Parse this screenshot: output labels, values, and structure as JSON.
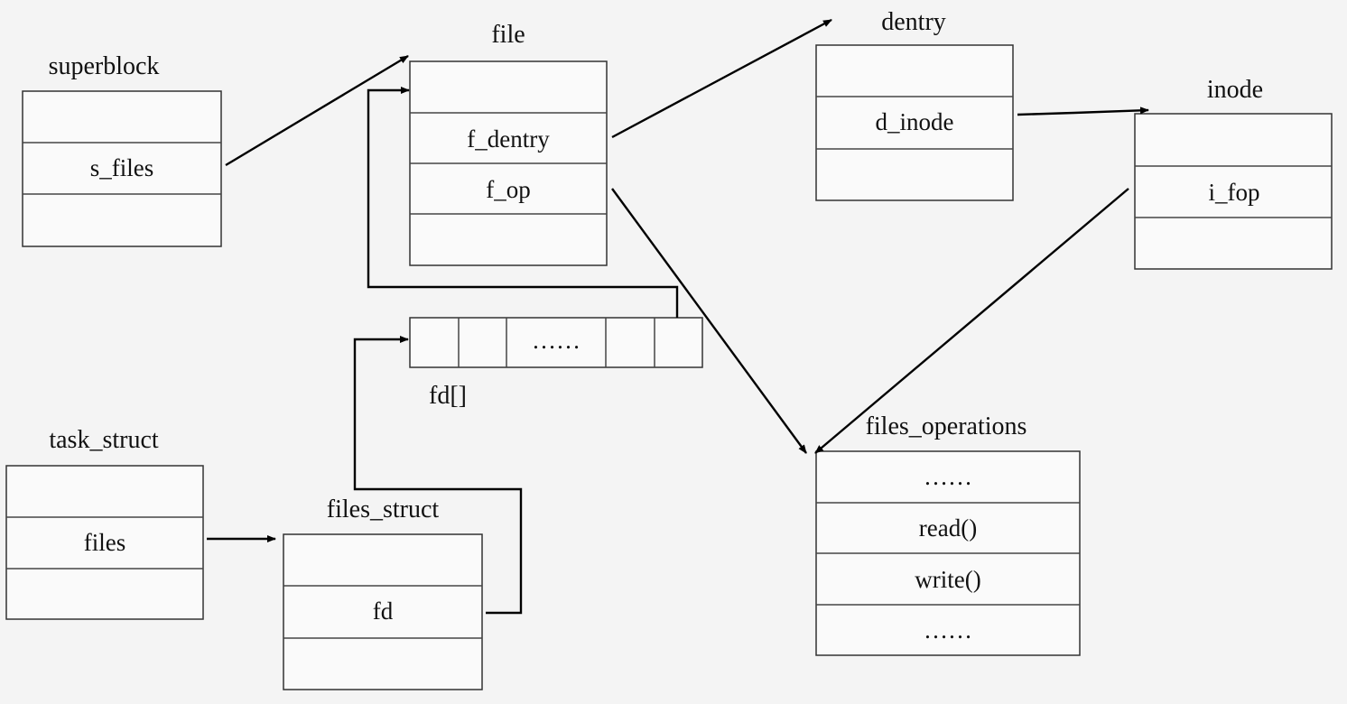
{
  "structs": {
    "superblock": {
      "title": "superblock",
      "field": "s_files"
    },
    "file": {
      "title": "file",
      "field1": "f_dentry",
      "field2": "f_op"
    },
    "dentry": {
      "title": "dentry",
      "field": "d_inode"
    },
    "inode": {
      "title": "inode",
      "field": "i_fop"
    },
    "fd_array": {
      "title": "fd[]",
      "ellipsis": "……"
    },
    "task_struct": {
      "title": "task_struct",
      "field": "files"
    },
    "files_struct": {
      "title": "files_struct",
      "field": "fd"
    },
    "files_operations": {
      "title": "files_operations",
      "field1": "……",
      "field2": "read()",
      "field3": "write()",
      "field4": "……"
    }
  }
}
